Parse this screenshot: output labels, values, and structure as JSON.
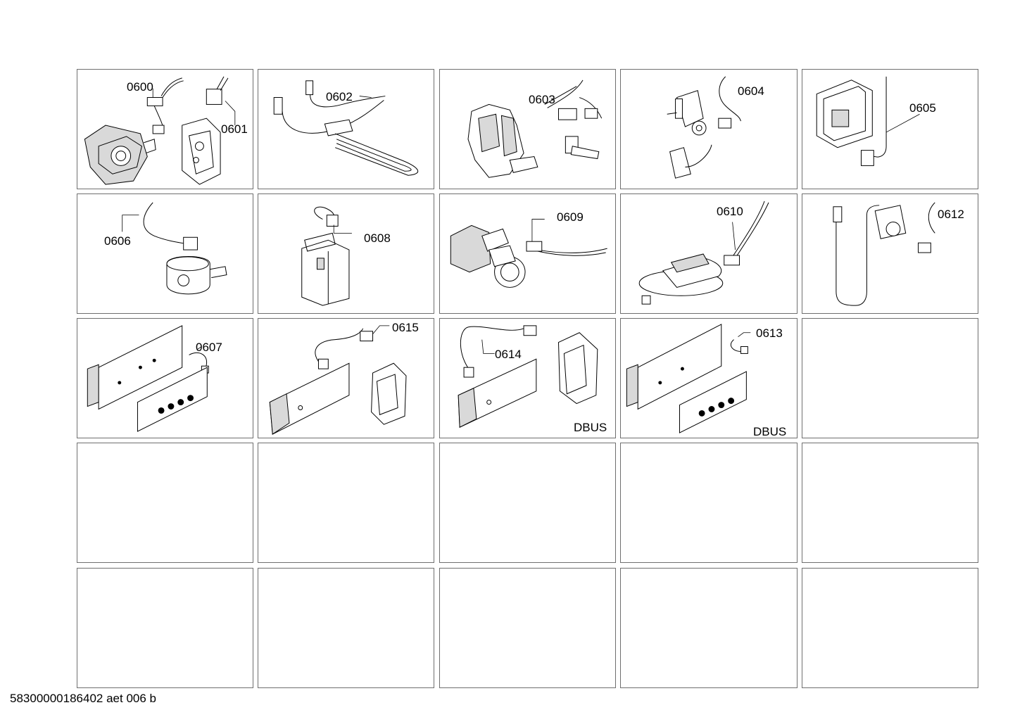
{
  "cells": [
    {
      "labels": [
        "0600",
        "0601"
      ]
    },
    {
      "labels": [
        "0602"
      ]
    },
    {
      "labels": [
        "0603"
      ]
    },
    {
      "labels": [
        "0604"
      ]
    },
    {
      "labels": [
        "0605"
      ]
    },
    {
      "labels": [
        "0606"
      ]
    },
    {
      "labels": [
        "0608"
      ]
    },
    {
      "labels": [
        "0609"
      ]
    },
    {
      "labels": [
        "0610"
      ]
    },
    {
      "labels": [
        "0612"
      ]
    },
    {
      "labels": [
        "0607"
      ]
    },
    {
      "labels": [
        "0615"
      ]
    },
    {
      "labels": [
        "0614",
        "DBUS"
      ]
    },
    {
      "labels": [
        "0613",
        "DBUS"
      ]
    },
    {
      "labels": []
    }
  ],
  "footer": "58300000186402 aet 006 b"
}
